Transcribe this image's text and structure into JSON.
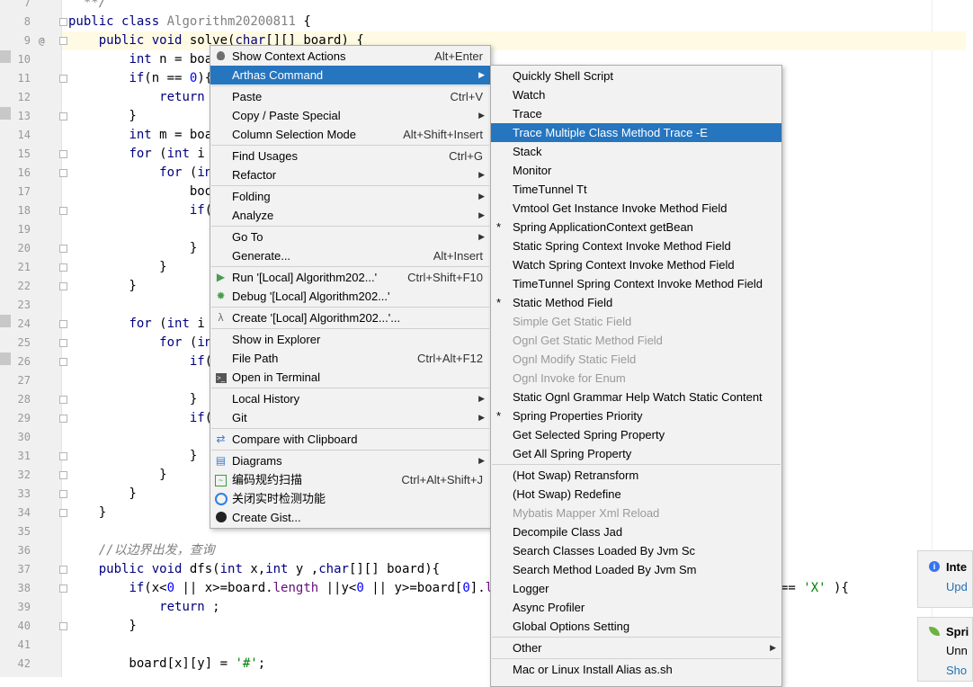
{
  "editor": {
    "lines": [
      {
        "n": "7",
        "code": "  **/"
      },
      {
        "n": "8",
        "code": "public class Algorithm20200811 {"
      },
      {
        "n": "9",
        "code": "    public void solve(char[][] board) {"
      },
      {
        "n": "10",
        "code": "        int n = boar"
      },
      {
        "n": "11",
        "code": "        if(n == 0){"
      },
      {
        "n": "12",
        "code": "            return ;"
      },
      {
        "n": "13",
        "code": "        }"
      },
      {
        "n": "14",
        "code": "        int m = boar"
      },
      {
        "n": "15",
        "code": "        for (int i ="
      },
      {
        "n": "16",
        "code": "            for (int"
      },
      {
        "n": "17",
        "code": "                bool"
      },
      {
        "n": "18",
        "code": "                if(i"
      },
      {
        "n": "19",
        "code": ""
      },
      {
        "n": "20",
        "code": "                }"
      },
      {
        "n": "21",
        "code": "            }"
      },
      {
        "n": "22",
        "code": "        }"
      },
      {
        "n": "23",
        "code": ""
      },
      {
        "n": "24",
        "code": "        for (int i ="
      },
      {
        "n": "25",
        "code": "            for (int"
      },
      {
        "n": "26",
        "code": "                if(b"
      },
      {
        "n": "27",
        "code": ""
      },
      {
        "n": "28",
        "code": "                }"
      },
      {
        "n": "29",
        "code": "                if(b"
      },
      {
        "n": "30",
        "code": ""
      },
      {
        "n": "31",
        "code": "                }"
      },
      {
        "n": "32",
        "code": "            }"
      },
      {
        "n": "33",
        "code": "        }"
      },
      {
        "n": "34",
        "code": "    }"
      },
      {
        "n": "35",
        "code": ""
      },
      {
        "n": "36",
        "code": "    //以边界出发，查询"
      },
      {
        "n": "37",
        "code": "    public void dfs(int x,int y ,char[][] board){"
      },
      {
        "n": "38",
        "code": "        if(x<0 || x>=board.length ||y<0 || y>=board[0].leng"
      },
      {
        "n": "39",
        "code": "            return ;"
      },
      {
        "n": "40",
        "code": "        }"
      },
      {
        "n": "41",
        "code": ""
      },
      {
        "n": "42",
        "code": "        board[x][y] = '#';"
      }
    ],
    "line38_tail": "== 'X' ){",
    "at_marker": "@"
  },
  "context_menu": {
    "items": [
      {
        "label": "Show Context Actions",
        "shortcut": "Alt+Enter",
        "icon": "lightbulb-icon"
      },
      {
        "label": "Arthas Command",
        "submenu": true,
        "selected": true
      },
      {
        "sep": true
      },
      {
        "label": "Paste",
        "shortcut": "Ctrl+V"
      },
      {
        "label": "Copy / Paste Special",
        "submenu": true
      },
      {
        "label": "Column Selection Mode",
        "shortcut": "Alt+Shift+Insert"
      },
      {
        "sep": true
      },
      {
        "label": "Find Usages",
        "shortcut": "Ctrl+G"
      },
      {
        "label": "Refactor",
        "submenu": true
      },
      {
        "sep": true
      },
      {
        "label": "Folding",
        "submenu": true
      },
      {
        "label": "Analyze",
        "submenu": true
      },
      {
        "sep": true
      },
      {
        "label": "Go To",
        "submenu": true
      },
      {
        "label": "Generate...",
        "shortcut": "Alt+Insert"
      },
      {
        "sep": true
      },
      {
        "label": "Run '[Local] Algorithm202...'",
        "shortcut": "Ctrl+Shift+F10",
        "icon": "run-icon"
      },
      {
        "label": "Debug '[Local] Algorithm202...'",
        "icon": "debug-icon"
      },
      {
        "sep": true
      },
      {
        "label": "Create '[Local] Algorithm202...'...",
        "icon": "lambda-icon"
      },
      {
        "sep": true
      },
      {
        "label": "Show in Explorer"
      },
      {
        "label": "File Path",
        "shortcut": "Ctrl+Alt+F12"
      },
      {
        "label": "Open in Terminal",
        "icon": "terminal-icon"
      },
      {
        "sep": true
      },
      {
        "label": "Local History",
        "submenu": true
      },
      {
        "label": "Git",
        "submenu": true
      },
      {
        "sep": true
      },
      {
        "label": "Compare with Clipboard",
        "icon": "compare-icon"
      },
      {
        "sep": true
      },
      {
        "label": "Diagrams",
        "submenu": true,
        "icon": "diagram-icon"
      },
      {
        "label": "编码规约扫描",
        "shortcut": "Ctrl+Alt+Shift+J",
        "icon": "scan-icon"
      },
      {
        "label": "关闭实时检测功能",
        "icon": "block-icon"
      },
      {
        "label": "Create Gist...",
        "icon": "github-icon"
      }
    ]
  },
  "arthas_submenu": {
    "items": [
      {
        "label": "Quickly Shell Script"
      },
      {
        "label": "Watch"
      },
      {
        "label": "Trace"
      },
      {
        "label": "Trace Multiple Class Method Trace -E",
        "selected": true
      },
      {
        "label": "Stack"
      },
      {
        "label": "Monitor"
      },
      {
        "label": "TimeTunnel Tt"
      },
      {
        "label": "Vmtool Get Instance Invoke Method Field"
      },
      {
        "label": "Spring ApplicationContext getBean",
        "star": "*"
      },
      {
        "label": "Static Spring Context Invoke  Method Field"
      },
      {
        "label": "Watch Spring Context Invoke Method Field"
      },
      {
        "label": "TimeTunnel Spring Context Invoke Method Field"
      },
      {
        "label": "Static Method Field",
        "star": "*"
      },
      {
        "label": "Simple Get Static Field",
        "disabled": true
      },
      {
        "label": "Ognl Get Static Method Field",
        "disabled": true
      },
      {
        "label": "Ognl Modify Static Field",
        "disabled": true
      },
      {
        "label": "Ognl Invoke for Enum",
        "disabled": true
      },
      {
        "label": "Static Ognl Grammar Help Watch Static Content"
      },
      {
        "label": "Spring Properties Priority",
        "star": "*"
      },
      {
        "label": "Get Selected Spring Property"
      },
      {
        "label": "Get All Spring Property"
      },
      {
        "sep": true
      },
      {
        "label": "(Hot Swap) Retransform"
      },
      {
        "label": "(Hot Swap) Redefine"
      },
      {
        "label": "Mybatis Mapper Xml Reload",
        "disabled": true
      },
      {
        "label": "Decompile Class Jad"
      },
      {
        "label": "Search Classes Loaded By Jvm Sc"
      },
      {
        "label": "Search Method Loaded By Jvm Sm"
      },
      {
        "label": "Logger"
      },
      {
        "label": "Async Profiler"
      },
      {
        "label": "Global Options Setting"
      },
      {
        "sep": true
      },
      {
        "label": "Other",
        "submenu": true
      },
      {
        "sep": true
      },
      {
        "label": "Mac or Linux Install Alias as.sh"
      }
    ]
  },
  "notifications": [
    {
      "title": "Inte",
      "link": "Upd",
      "icon": "info-icon"
    },
    {
      "title": "Spri",
      "text": "Unn",
      "link": "Sho",
      "icon": "spring-icon"
    }
  ]
}
